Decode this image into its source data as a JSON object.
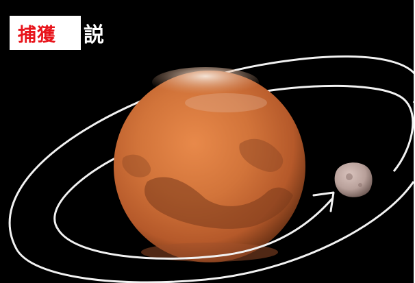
{
  "title": {
    "highlight": "捕獲",
    "rest": "説"
  },
  "colors": {
    "background": "#000000",
    "badge_background": "#ffffff",
    "highlight_text": "#e8141b",
    "orbit_line": "#ffffff",
    "planet": "#d2743a",
    "moon": "#b8a09a"
  },
  "icons": {
    "planet": "mars-planet",
    "moon": "phobos-moon",
    "arrow": "arrowhead"
  }
}
